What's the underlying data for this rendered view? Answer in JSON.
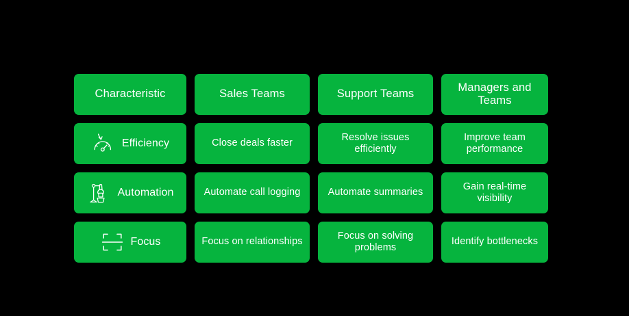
{
  "theme": {
    "background": "#000000",
    "cell_fill": "#06b43e",
    "text_color": "#ffffff"
  },
  "table": {
    "columns": [
      {
        "label": "Characteristic"
      },
      {
        "label": "Sales Teams"
      },
      {
        "label": "Support Teams"
      },
      {
        "label": "Managers and Teams"
      }
    ],
    "rows": [
      {
        "icon": "gauge-down-arrow-icon",
        "label": "Efficiency",
        "cells": [
          "Close deals faster",
          "Resolve issues efficiently",
          "Improve team performance"
        ]
      },
      {
        "icon": "robot-arm-icon",
        "label": "Automation",
        "cells": [
          "Automate call logging",
          "Automate summaries",
          "Gain real-time visibility"
        ]
      },
      {
        "icon": "focus-frame-icon",
        "label": "Focus",
        "cells": [
          "Focus on relationships",
          "Focus on solving problems",
          "Identify bottlenecks"
        ]
      }
    ]
  }
}
